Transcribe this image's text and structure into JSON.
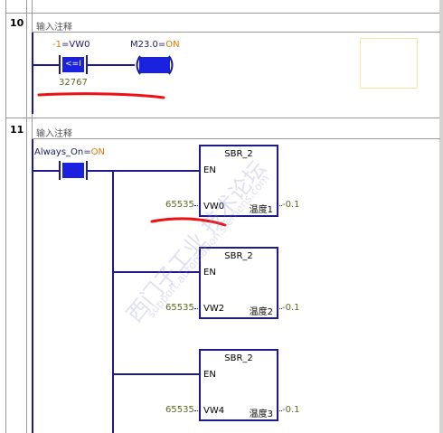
{
  "networks": [
    {
      "number": "10",
      "comment": "输入注释",
      "compare_contact": {
        "left_operand": "-1",
        "address": "VW0",
        "operator": "<=I",
        "right_operand": "32767"
      },
      "output_coil": {
        "address": "M23.0",
        "state": "ON"
      }
    },
    {
      "number": "11",
      "comment": "输入注释",
      "contact": {
        "address": "Always_On",
        "state": "ON"
      },
      "blocks": [
        {
          "title": "SBR_2",
          "en": "EN",
          "input_value": "65535",
          "input_address": "VW0",
          "output_label": "温度1",
          "output_value": "-0.1"
        },
        {
          "title": "SBR_2",
          "en": "EN",
          "input_value": "65535",
          "input_address": "VW2",
          "output_label": "温度2",
          "output_value": "-0.1"
        },
        {
          "title": "SBR_2",
          "en": "EN",
          "input_value": "65535",
          "input_address": "VW4",
          "output_label": "温度3",
          "output_value": "-0.1"
        }
      ]
    }
  ],
  "equals_sign": "=",
  "watermark": {
    "text": "西门子工业 技术论坛",
    "sub": "support.automation.siemens.com"
  },
  "colors": {
    "wire": "#1c1a8c",
    "contact_fill": "#1a22e0",
    "annotation_red": "#ee1111",
    "value_orange": "#e07a00",
    "number_olive": "#5a6b1e"
  }
}
